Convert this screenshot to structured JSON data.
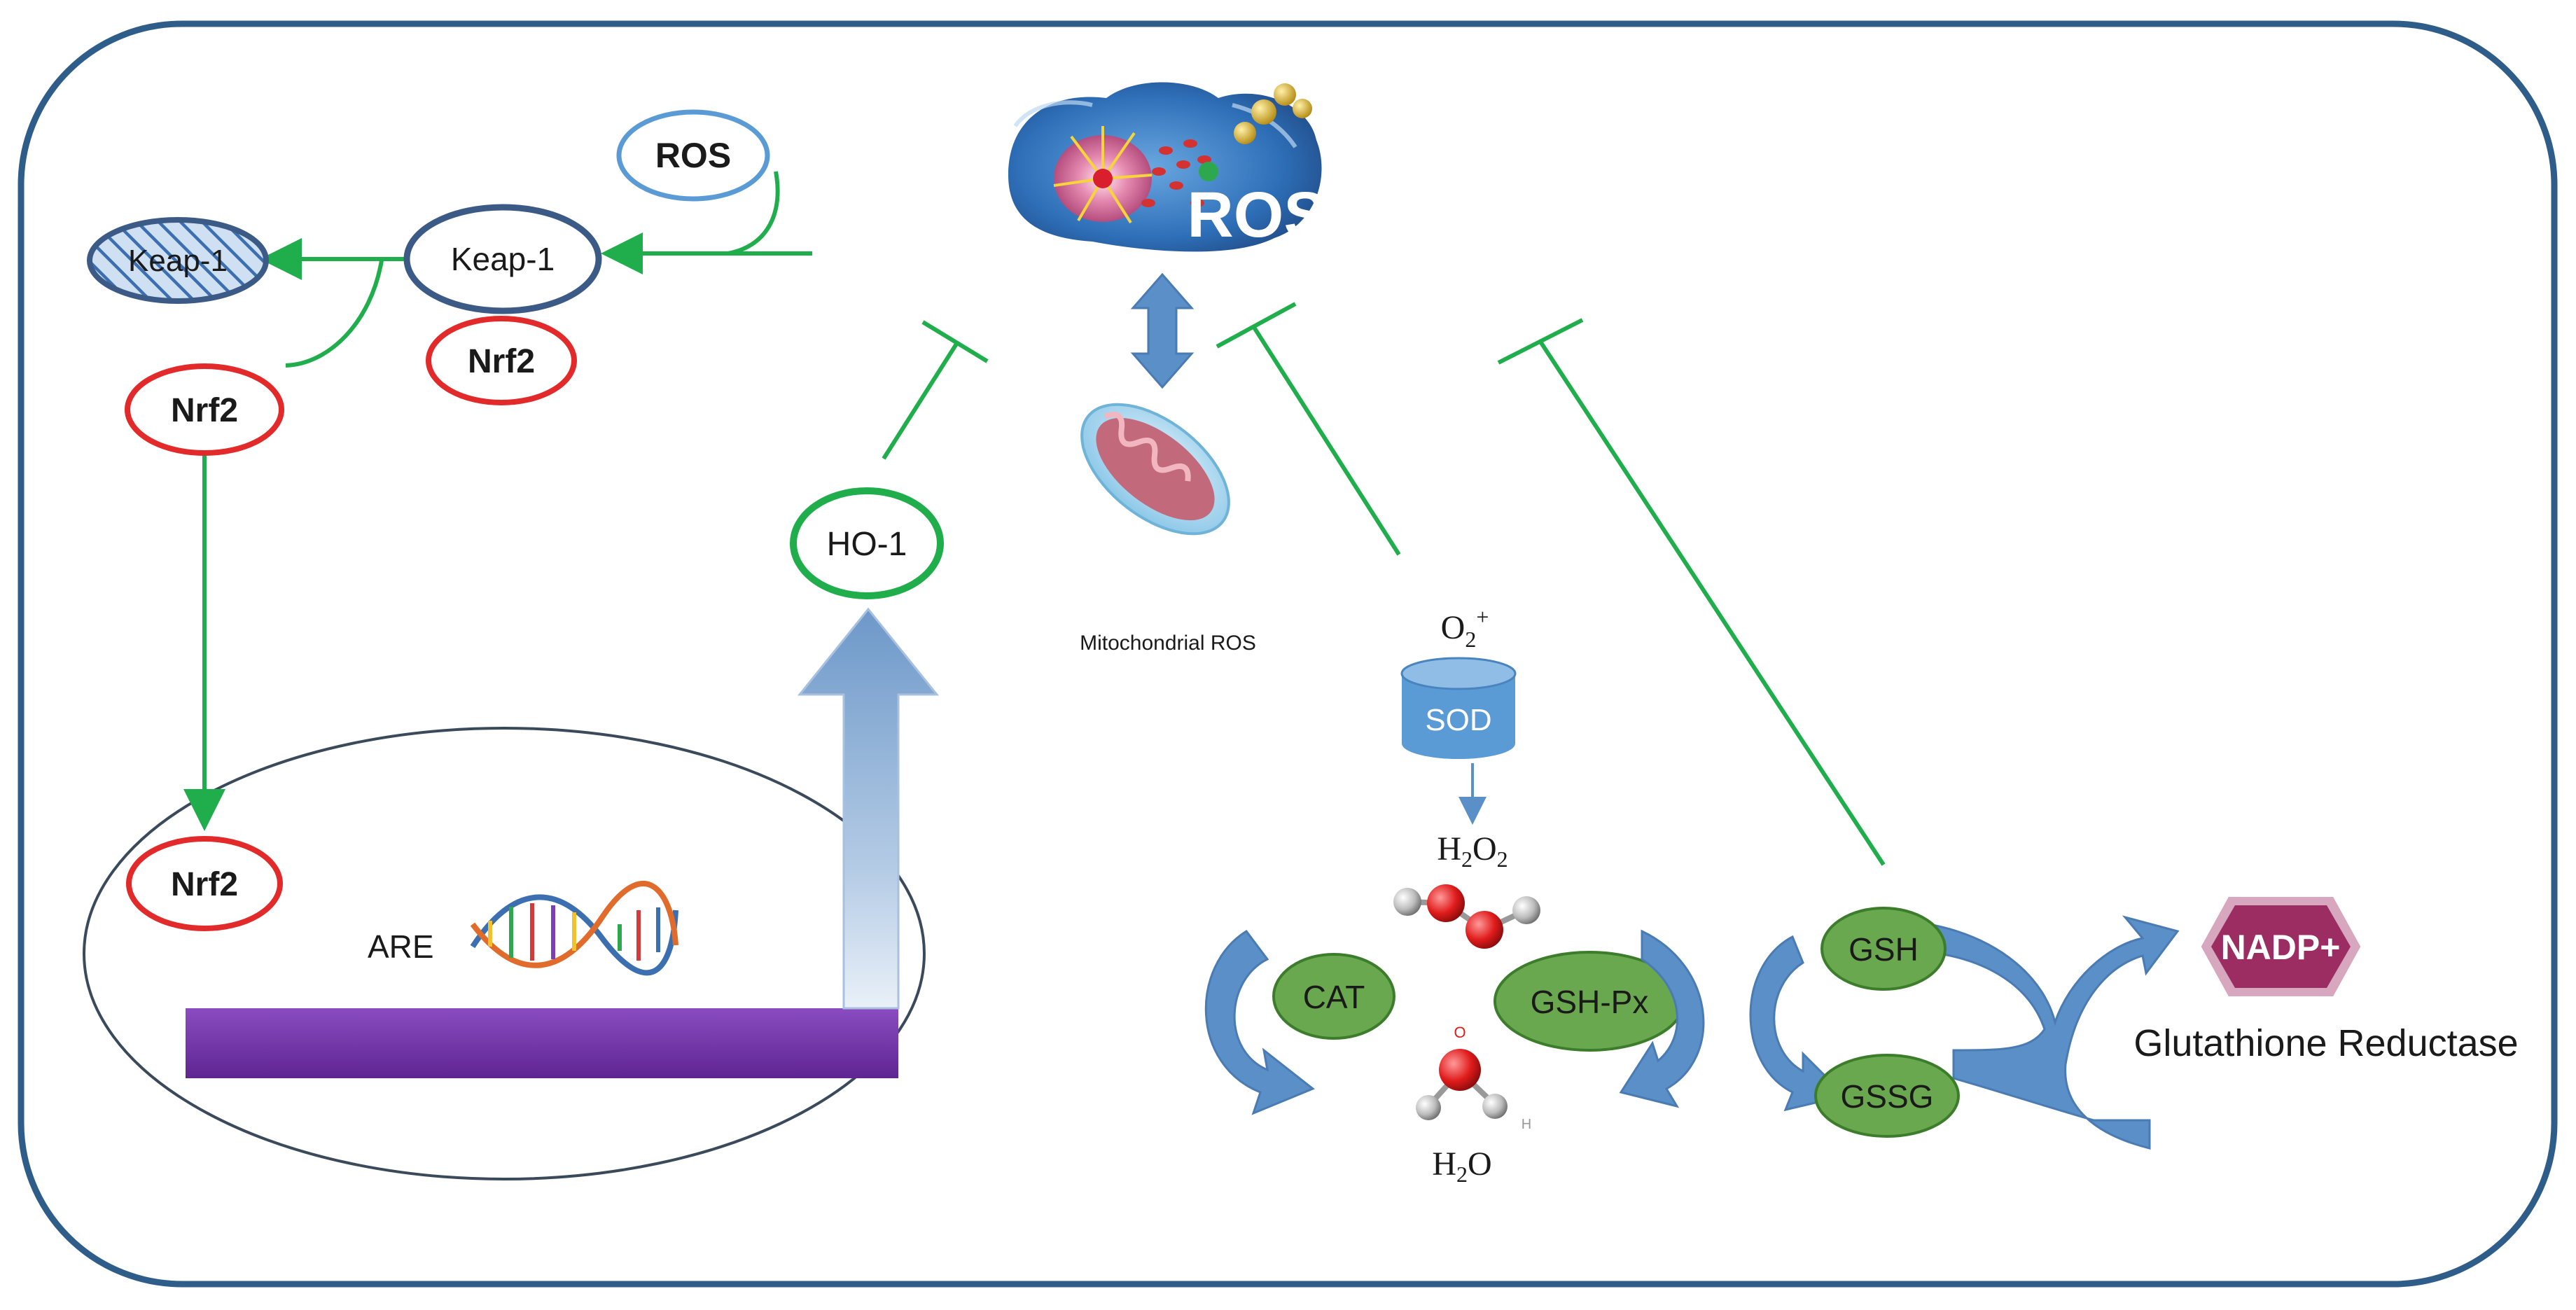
{
  "labels": {
    "ros_small": "ROS",
    "keap1_free": "Keap-1",
    "keap1_bound": "Keap-1",
    "nrf2_bound": "Nrf2",
    "nrf2_released": "Nrf2",
    "nrf2_nucleus": "Nrf2",
    "are": "ARE",
    "ho1": "HO-1",
    "ros_banner": "ROS",
    "mito_ros": "Mitochondrial ROS",
    "o2_base": "O",
    "o2_sub": "2",
    "o2_sup": "+",
    "sod": "SOD",
    "h2o2_h": "H",
    "h2o2_sub1": "2",
    "h2o2_o": "O",
    "h2o2_sub2": "2",
    "cat": "CAT",
    "gshpx": "GSH-Px",
    "h2o_h": "H",
    "h2o_sub": "2",
    "h2o_o": "O",
    "gsh": "GSH",
    "gssg": "GSSG",
    "nadp": "NADP+",
    "gr": "Glutathione Reductase",
    "atom_o": "O",
    "atom_h": "H"
  },
  "colors": {
    "frame": "#2f5d8a",
    "green_line": "#1fae4b",
    "red_ring": "#e32a2a",
    "dark_ring": "#3b5b86",
    "light_ring": "#5b9bd5",
    "ho1_ring": "#1fae4b",
    "enzyme_fill": "#6aa84f",
    "enzyme_stroke": "#3c7d2b",
    "nadp_fill": "#9b2d63",
    "dna_bar": "#7030a0",
    "blue_arrow": "#5b8fc7",
    "sod_fill": "#5b9bd5"
  },
  "icons": {
    "dna": "dna-helix-icon",
    "mitochondrion": "mitochondrion-icon",
    "ros_cell": "ros-cell-image",
    "h2o2_molecule": "h2o2-molecule-icon",
    "h2o_molecule": "h2o-molecule-icon"
  }
}
